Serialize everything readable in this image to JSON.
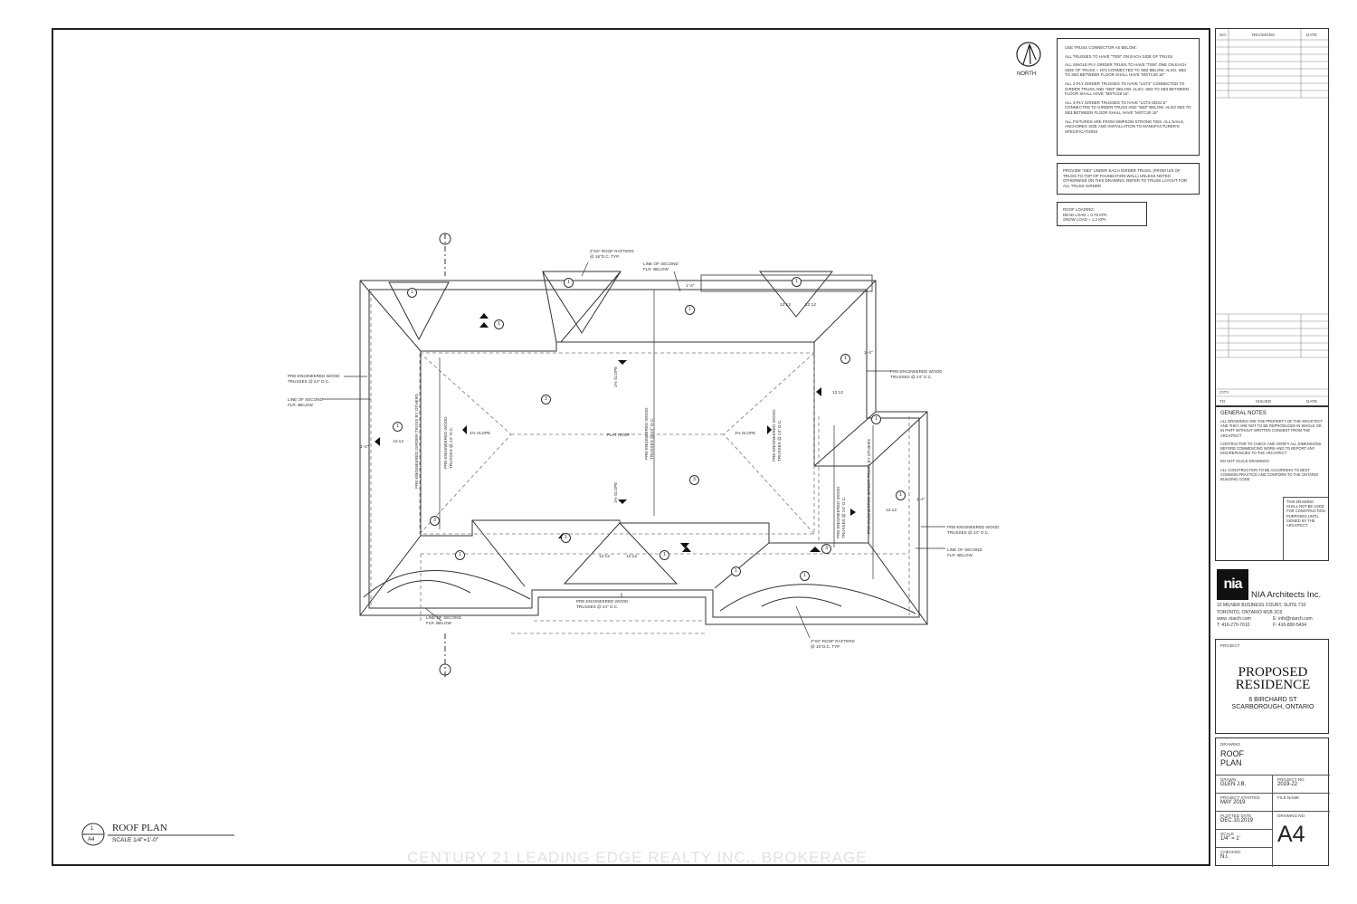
{
  "north": {
    "label": "NORTH"
  },
  "truss_notes": [
    "USE TRUSS CONNECTOR AS BELOW:",
    "ALL  TRUSSES TO HAVE \"TIE8\" ON EACH SIDE OF TRUSS",
    "ALL SINGLE-PLY GIRDER TRUSS TO HAVE \"TIE8\" ONE ON EACH SIDE OF TRUSS + H72 CONNECTED TO SB3 BELOW. ALSO, SB3 TO SB3 BETWEEN FLOOR SHALL HAVE \"MSTC28 16\"",
    "ALL 2-PLY GIRDER TRUSSES TO HAVE \"LGT2\" CONNECTED TO GIRDER TRUSS AND \"SB3\" BELOW. ALSO, SB3 TO SB3 BETWEEN FLOOR SHALL HAVE \"MSTC28 16\".",
    "ALL 3-PLY GIRDER TRUSSES TO HAVE \"LGT3-SDS2.5\" CONNECTED TO GIRDER TRUSS AND \"SB3\" BELOW. ALSO SB3 TO SB3 BETWEEN FLOOR SHALL HAVE \"MSTC40 16\"",
    "ALL FIXTURES ARE FROM SIMPSON STRONG TIES. ALL NAILS, ANCHORES SIZE AND INSTALLATION TO MANUFACTURER'S SPECIFICATIONS"
  ],
  "sb3_note": "PROVIDE \"SB3\" UNDER EACH GIRDER TRUSS. (FROM U/S OF TRUSS TO TOP OF FOUNDATION WALL) UNLESS NOTED OTHERWISE ON THIS DRAWING. REFER TO TRUSS LAYOUT FOR ALL TRUSS GIRDER",
  "roof_loading": [
    "ROOF LOADING:",
    "DEAD LOAD = 0.75 KPA",
    "SNOW LOAD = 1.2 KPA"
  ],
  "plan_labels": {
    "rafters_top": "2\"X6\" ROOF RAFTERS @ 16\"O.C. TYP.",
    "line_second_top": "LINE OF SECOND FLR. BELOW",
    "pre_eng_left": "PRE-ENGINEERED WOOD TRUSSES @ 24\" O.C.",
    "line_second_left": "LINE OF SECOND FLR. BELOW",
    "pre_eng_right": "PRE-ENGINEERED WOOD TRUSSES @ 24\" O.C.",
    "pre_eng_right_low": "PRE-ENGINEERED WOOD TRUSSES @ 24\" O.C.",
    "line_second_right": "LINE OF SECOND FLR. BELOW",
    "pre_eng_bottom": "PRE-ENGINEERED WOOD TRUSSES @ 24\" O.C.",
    "line_second_bottom": "LINE OF SECOND FLR. BELOW",
    "rafters_bottom": "2\"X6\" ROOF RAFTERS @ 16\"O.C. TYP.",
    "flat_roof": "FLAT ROOF",
    "slope": "1% SLOPE",
    "girder_left": "PRE-ENGINEERED GIRDER TRUSS BY OTHERS",
    "girder_right": "PRE-ENGINEERED GIRDER TRUSS BY OTHERS",
    "vert_truss": "PRE-ENGINEERED WOOD TRUSSES @ 24\" O.C.",
    "pitch": "12:12",
    "overhang": "1'-4\""
  },
  "title_block_label": {
    "number": "1",
    "sheet": "A4",
    "title": "ROOF PLAN",
    "scale": "SCALE 1/4\"=1'-0\""
  },
  "revisions": {
    "no": "NO.",
    "revisions": "REVISIONS",
    "date": "DATE",
    "city": "CITY",
    "to": "TO",
    "issued": "ISSUED",
    "date2": "DATE"
  },
  "general_notes": {
    "title": "GENERAL NOTES",
    "items": [
      "ALL DRAWINGS ARE THE PROPERTY OF THE ARCHITECT AND THEY ARE NOT TO BE REPRODUCED IN WHOLE OR IN PART WITHOUT WRITTEN CONSENT FROM THE ARCHITECT",
      "CONTRACTOR TO CHECK AND VERIFY ALL DIMENSIONS BEFORE COMMENCING WORK AND TO REPORT ANY DISCREPANCIES TO THE ARCHITECT",
      "DO NOT SCALE DRAWINGS",
      "ALL CONSTRUCTION TO BE ACCORDING TO BEST COMMON PRACTICE AND CONFORM TO THE ONTARIO BUILDING CODE"
    ],
    "stamp": "THIS DRAWING SHALL NOT BE USED FOR CONSTRUCTION PURPOSES UNTIL SIGNED BY THE ARCHITECT."
  },
  "firm": {
    "logo": "nia",
    "name": "NIA Architects Inc.",
    "address1": "10 MILNER BUSINESS COURT, SUITE 710",
    "address2": "TORONTO, ONTARIO   M1B 3C6",
    "web": "www. niarch.com",
    "email": "E: info@niarch.com",
    "tel": "T: 416-270-7610",
    "fax": "F: 416-800-5434"
  },
  "project": {
    "label": "PROJECT",
    "title1": "PROPOSED",
    "title2": "RESIDENCE",
    "address1": "6 BIRCHARD ST",
    "address2": "SCARBOROUGH, ONTARIO"
  },
  "drawing": {
    "label": "DRAWING",
    "name1": "ROOF",
    "name2": "PLAN",
    "drawn_label": "DRAWN",
    "drawn": "GLEN J.B.",
    "project_no_label": "PROJECT NO",
    "project_no": "2019-22",
    "started_label": "PROJECT STARTED",
    "started": "MAY 2019",
    "file_label": "FILE NAME",
    "file": "",
    "plotted_label": "PLOTTED DATE",
    "plotted": "DEC.10,2019",
    "drawing_no_label": "DRAWING NO",
    "drawing_no": "A4",
    "scale_label": "SCALE",
    "scale": "1/4\" = 1'",
    "checked_label": "CHECKED",
    "checked": "N.I."
  },
  "watermark": "CENTURY 21 LEADING EDGE REALTY INC., BROKERAGE"
}
